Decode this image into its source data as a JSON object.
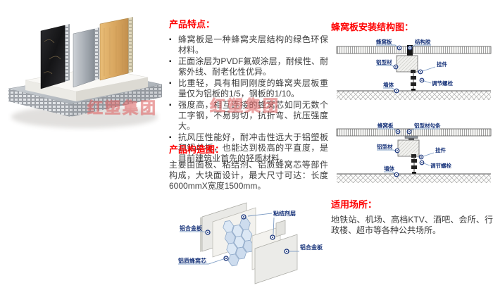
{
  "page": {
    "background": "#ffffff"
  },
  "colors": {
    "heading_red": "#fe0000",
    "body_text": "#3f3f3f",
    "diagram_label_blue": "#17337a",
    "leader_line_blue": "#7d9cc4",
    "honeycomb_core_blue": "#dce8f5"
  },
  "watermark": {
    "text": "红塑集团"
  },
  "photo": {
    "description": "honeycomb-panel-product-samples",
    "samples": [
      "black-marble-panel",
      "silver-aluminum-panel",
      "wood-grain-panel",
      "white-base-panel",
      "silver-honeycomb-base-panel"
    ]
  },
  "features": {
    "heading": "产品特点：",
    "items": [
      "蜂窝板是一种蜂窝夹层结构的绿色环保材料。",
      "正面涂层为PVDF氟碳涂层，耐候性、耐紫外线、耐老化性优异。",
      "比重轻，具有相同刚度的蜂窝夹层板重量仅为铝板的1/5，钢板的1/10。",
      "强度高，相互连接的蜂窝芯如同无数个工字钢，不易剪切，抗折弯、抗压强度大。",
      "抗风压性能好，耐冲击性远大于铝塑板和铝单板，也能达到极高的平直度，是目前建筑业首先的轻质材料。"
    ]
  },
  "structure": {
    "heading": "产品构造图：",
    "description": "主要由面板、粘结剂、铝质蜂窝芯等部件构成，大块面设计，最大尺寸可达：长度6000mmX宽度1500mm。",
    "labels": {
      "panel_left": "铝合金板",
      "adhesive": "粘结剂层",
      "core": "铝质蜂窝芯",
      "panel_right": "铝合金板"
    }
  },
  "installation": {
    "heading": "蜂窝板安装结构图：",
    "diagram1": {
      "labels": {
        "panel": "蜂窝板",
        "glue": "结构胶",
        "profile": "铝型材",
        "hanger": "挂件",
        "bolt": "调节螺栓",
        "wall": "墙体"
      }
    },
    "diagram2": {
      "labels": {
        "panel": "蜂窝板",
        "hook": "铝型材勾条",
        "profile": "铝型材",
        "hanger": "挂件",
        "bolt": "调节螺栓",
        "wall": "墙体"
      }
    }
  },
  "applications": {
    "heading": "适用场所：",
    "description": "地铁站、机场、高档KTV、酒吧、会所、行政楼、超市等各种公共场所。"
  }
}
